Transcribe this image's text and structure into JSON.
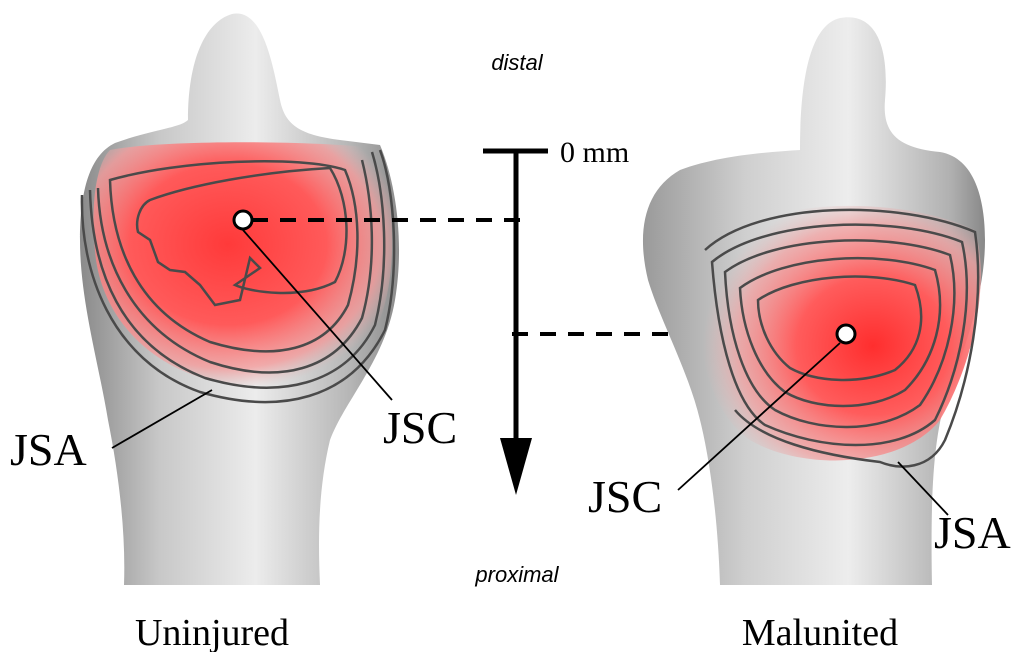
{
  "directions": {
    "top": "distal",
    "bottom": "proximal"
  },
  "scale": {
    "zero_label": "0 mm"
  },
  "panels": {
    "left": {
      "caption": "Uninjured",
      "jsa_label": "JSA",
      "jsc_label": "JSC"
    },
    "right": {
      "caption": "Malunited",
      "jsa_label": "JSA",
      "jsc_label": "JSC"
    }
  },
  "colors": {
    "bone_light": "#e6e6e6",
    "bone_dark": "#7a7a7a",
    "contact_red": "#ff3b3b",
    "contour": "#4a4a4a",
    "marker_fill": "#ffffff",
    "ink": "#000000"
  }
}
